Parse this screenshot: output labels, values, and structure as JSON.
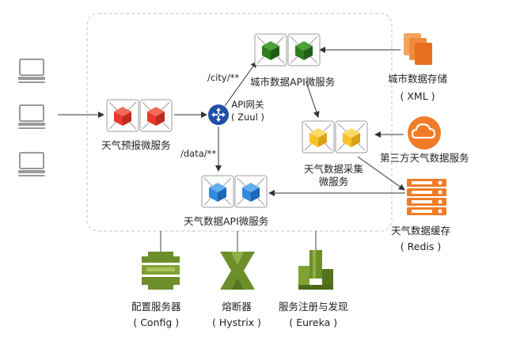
{
  "labels": {
    "weather_forecast": "天气预报微服务",
    "gateway_line1": "API网关",
    "gateway_line2": "( Zuul )",
    "route_city": "/city/**",
    "route_data": "/data/**",
    "city_api": "城市数据API微服务",
    "city_storage_line1": "城市数据存储",
    "city_storage_line2": "( XML )",
    "collector_line1": "天气数据采集",
    "collector_line2": "微服务",
    "third_party": "第三方天气数据服务",
    "weather_api": "天气数据API微服务",
    "cache_line1": "天气数据缓存",
    "cache_line2": "( Redis )",
    "config_line1": "配置服务器",
    "config_line2": "( Config )",
    "hystrix_line1": "熔断器",
    "hystrix_line2": "( Hystrix )",
    "eureka_line1": "服务注册与发现",
    "eureka_line2": "( Eureka )"
  },
  "colors": {
    "client_gray": "#9a9a9a",
    "red_cube": "#e8392b",
    "green_cube": "#2e7d1f",
    "yellow_cube": "#f6c229",
    "blue_cube": "#2f8ae0",
    "gateway_blue": "#1f4fa8",
    "orange_aws": "#f07c27",
    "olive_aws": "#6d8f2a",
    "dashed_border": "#cfcfcf"
  },
  "icons": [
    "laptop-icon",
    "cube-icon",
    "gateway-icon",
    "s3-bucket-icon",
    "cloud-icon",
    "redis-icon",
    "config-icon",
    "hystrix-icon",
    "eureka-icon"
  ]
}
